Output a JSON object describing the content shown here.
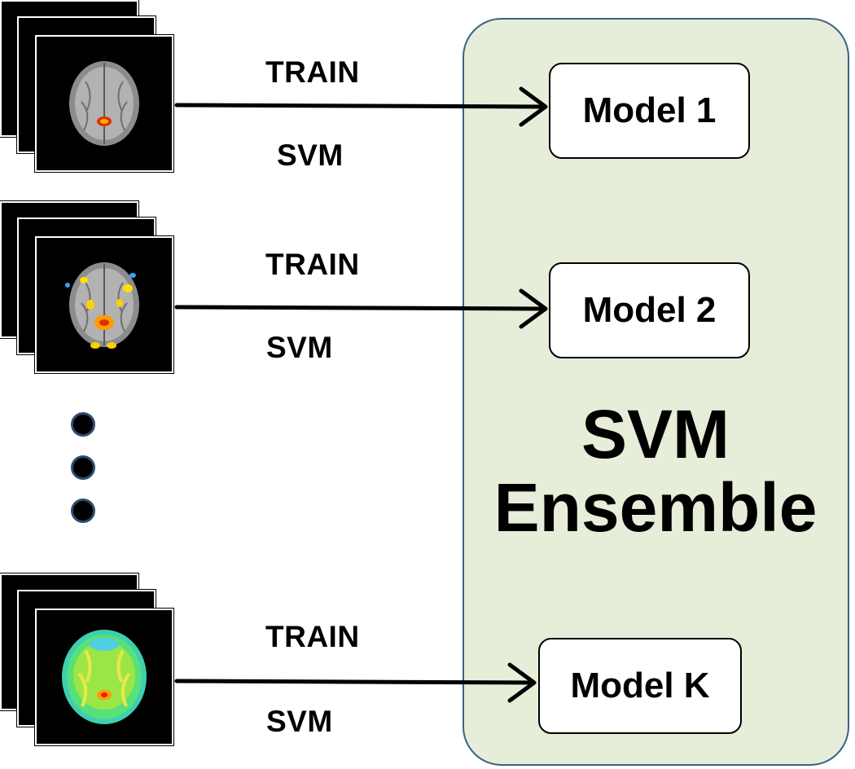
{
  "rows": [
    {
      "train_label": "TRAIN",
      "svm_label": "SVM",
      "model_label": "Model 1",
      "brain": "sparse-activation"
    },
    {
      "train_label": "TRAIN",
      "svm_label": "SVM",
      "model_label": "Model 2",
      "brain": "moderate-activation"
    },
    {
      "train_label": "TRAIN",
      "svm_label": "SVM",
      "model_label": "Model K",
      "brain": "dense-activation"
    }
  ],
  "ensemble": {
    "title_line1": "SVM",
    "title_line2": "Ensemble"
  },
  "colors": {
    "ensemble_fill": "#e6eed9",
    "ensemble_border": "#3f5f8a",
    "arrow": "#000000",
    "dot_border": "#2e4d6e"
  },
  "icons": [
    "brain-slice-image",
    "ellipsis-dots",
    "arrow-right"
  ]
}
